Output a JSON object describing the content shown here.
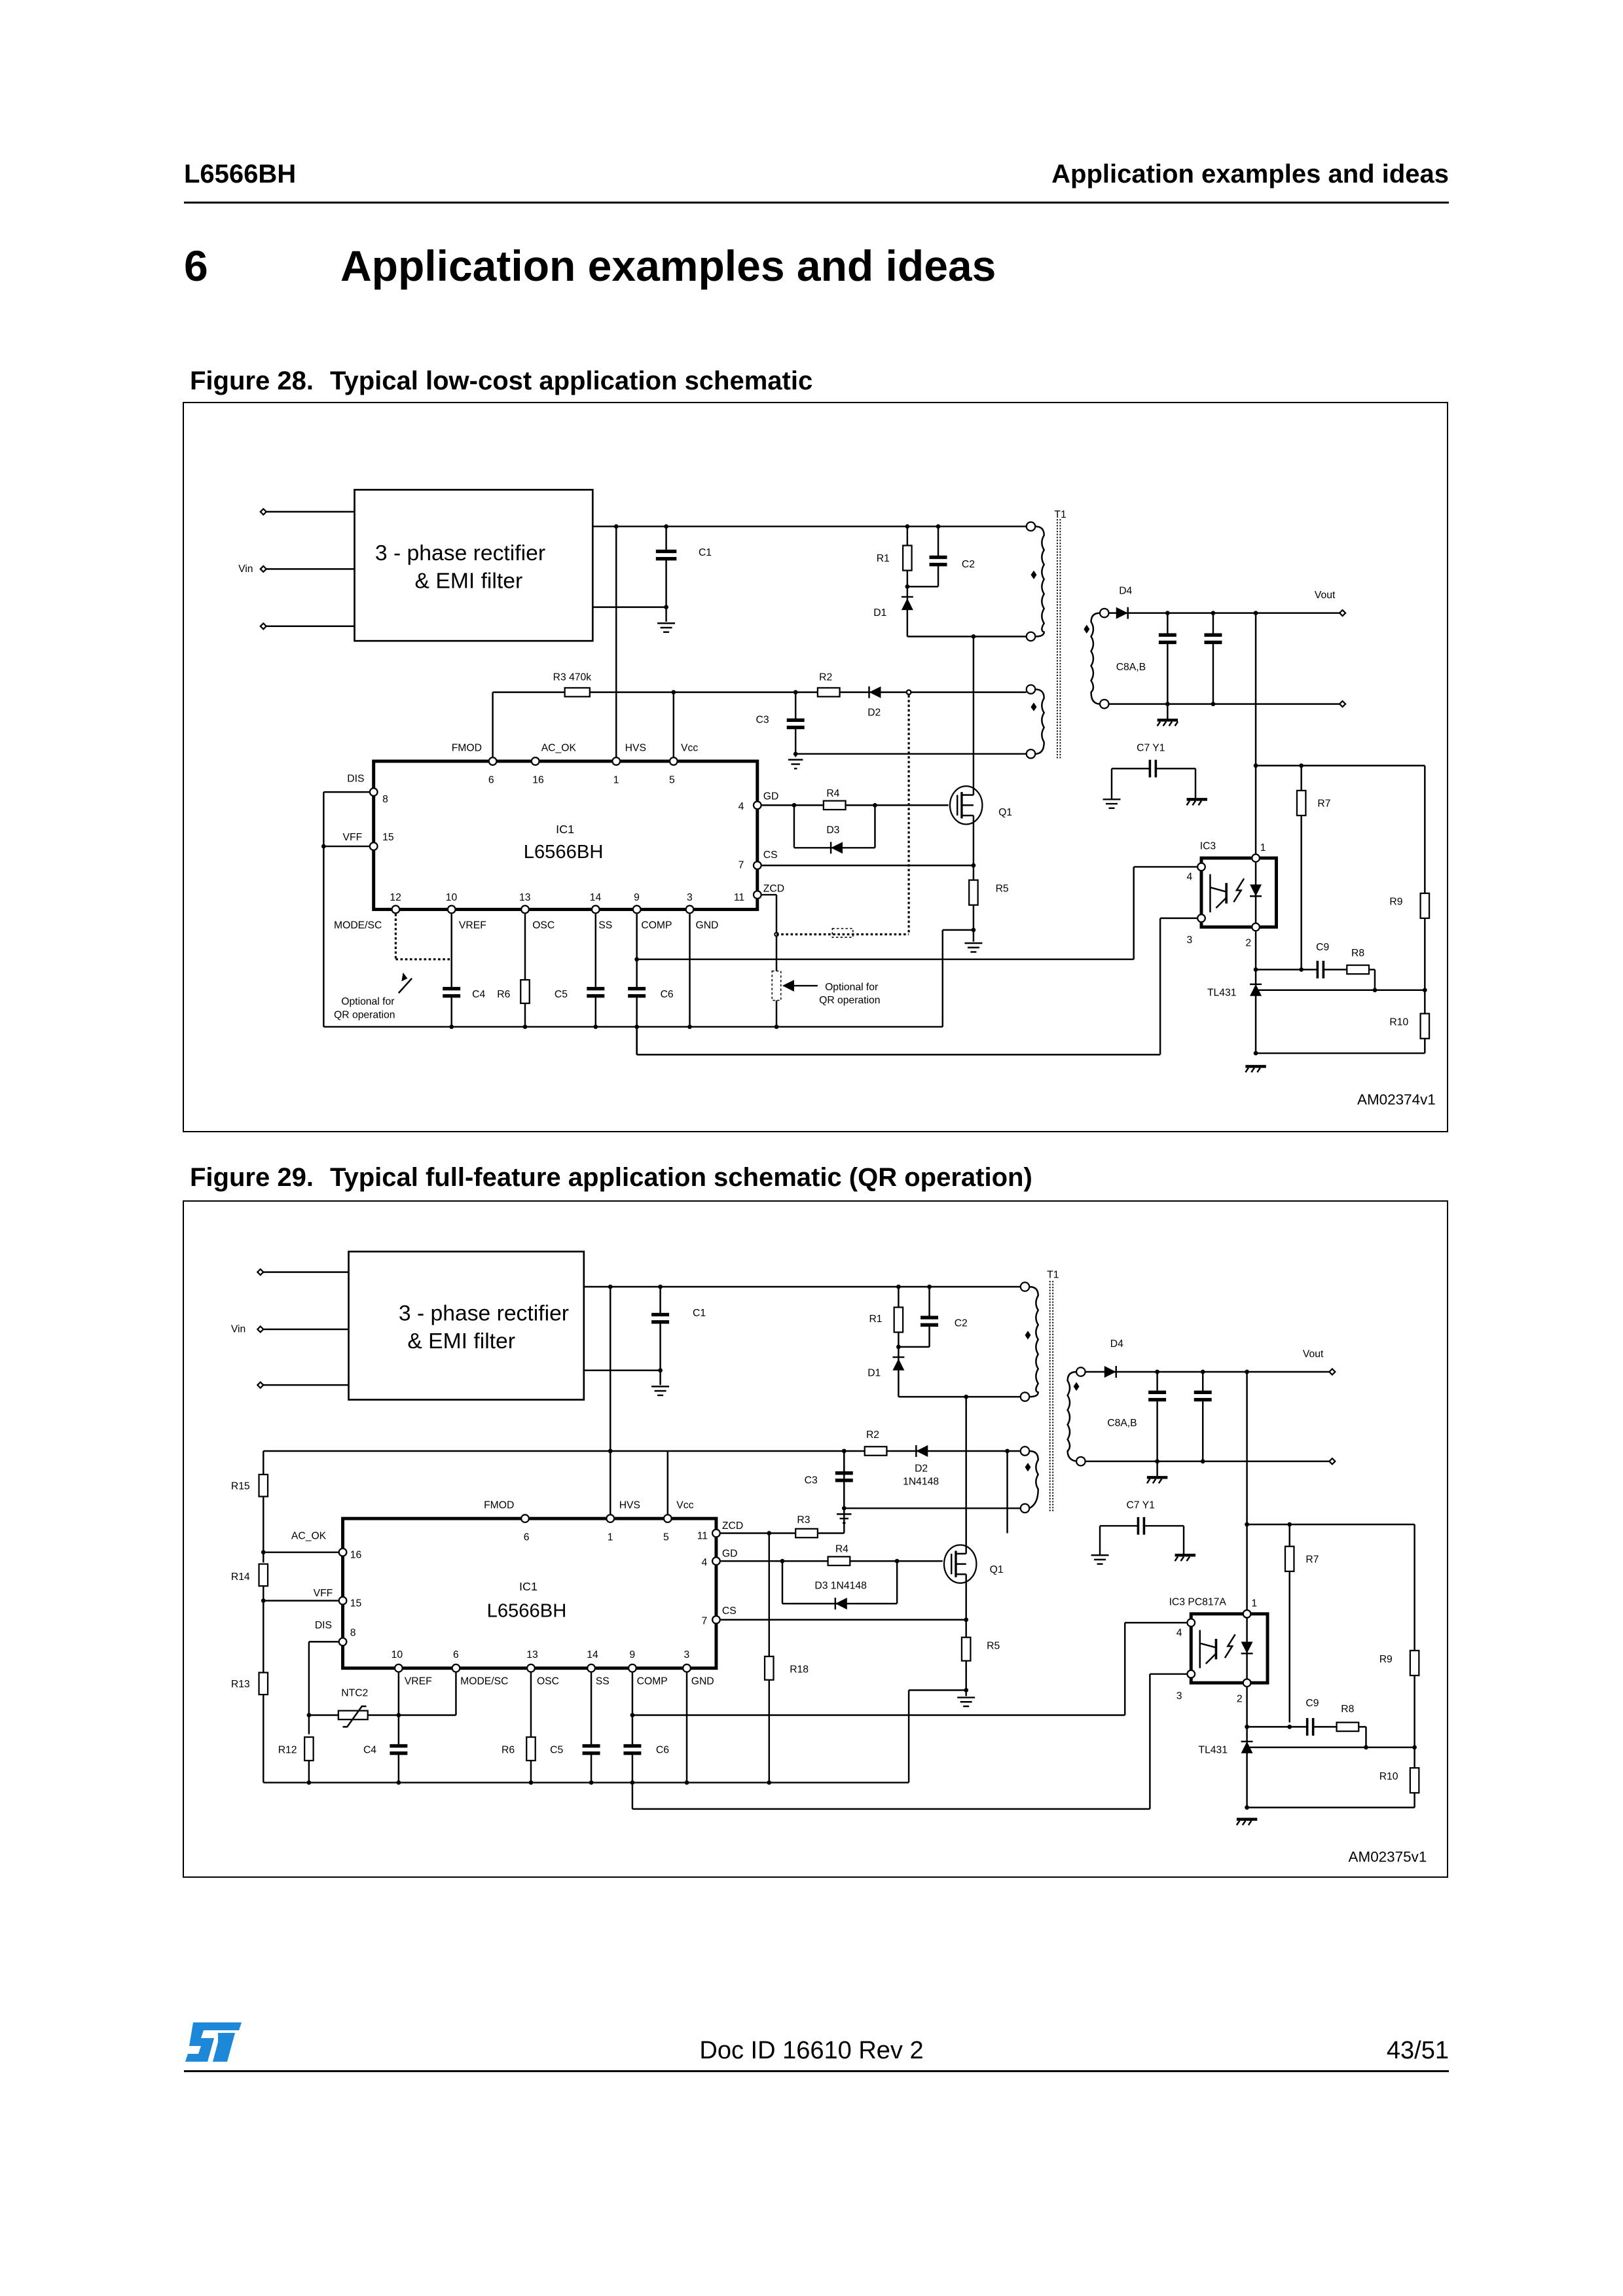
{
  "header": {
    "doc_name": "L6566BH",
    "section_name": "Application examples and ideas"
  },
  "section": {
    "number": "6",
    "title": "Application examples and ideas"
  },
  "figures": [
    {
      "number": "Figure 28.",
      "title": "Typical low-cost application schematic",
      "id": "AM02374v1",
      "rectifier_line1": "3 - phase rectifier",
      "rectifier_line2": "& EMI filter",
      "labels": {
        "vin": "Vin",
        "vout": "Vout",
        "t1": "T1",
        "c1": "C1",
        "c2": "C2",
        "c3": "C3",
        "c4": "C4",
        "c5": "C5",
        "c6": "C6",
        "c7": "C7  Y1",
        "c8": "C8A,B",
        "c9": "C9",
        "r1": "R1",
        "r2": "R2",
        "r3": "R3  470k",
        "r4": "R4",
        "r5": "R5",
        "r6": "R6",
        "r7": "R7",
        "r8": "R8",
        "r9": "R9",
        "r10": "R10",
        "d1": "D1",
        "d2": "D2",
        "d3": "D3",
        "d4": "D4",
        "q1": "Q1",
        "ic3": "IC3",
        "tl431": "TL431",
        "ic1": "IC1",
        "ic1_part": "L6566BH",
        "optional_line1": "Optional for",
        "optional_line2": "QR operation"
      },
      "pins": {
        "fmod": "FMOD",
        "fmod_n": "6",
        "acok": "AC_OK",
        "acok_n": "16",
        "hvs": "HVS",
        "hvs_n": "1",
        "vcc": "Vcc",
        "vcc_n": "5",
        "dis": "DIS",
        "dis_n": "8",
        "vff": "VFF",
        "vff_n": "15",
        "gd": "GD",
        "gd_n": "4",
        "cs": "CS",
        "cs_n": "7",
        "zcd": "ZCD",
        "zcd_n": "11",
        "mode": "MODE/SC",
        "mode_n": "12",
        "vref": "VREF",
        "vref_n": "10",
        "osc": "OSC",
        "osc_n": "13",
        "ss": "SS",
        "ss_n": "14",
        "comp": "COMP",
        "comp_n": "9",
        "gnd": "GND",
        "gnd_n": "3",
        "opto1": "1",
        "opto2": "2",
        "opto3": "3",
        "opto4": "4"
      }
    },
    {
      "number": "Figure 29.",
      "title": "Typical full-feature application schematic (QR operation)",
      "id": "AM02375v1",
      "rectifier_line1": "3 - phase rectifier",
      "rectifier_line2": "& EMI filter",
      "labels": {
        "vin": "Vin",
        "vout": "Vout",
        "t1": "T1",
        "c1": "C1",
        "c2": "C2",
        "c3": "C3",
        "c4": "C4",
        "c5": "C5",
        "c6": "C6",
        "c7": "C7  Y1",
        "c8": "C8A,B",
        "c9": "C9",
        "r1": "R1",
        "r2": "R2",
        "r3": "R3",
        "r4": "R4",
        "r5": "R5",
        "r6": "R6",
        "r7": "R7",
        "r8": "R8",
        "r9": "R9",
        "r10": "R10",
        "r12": "R12",
        "r13": "R13",
        "r14": "R14",
        "r15": "R15",
        "r18": "R18",
        "d1": "D1",
        "d2": "D2",
        "d2_part": "1N4148",
        "d3": "D3 1N4148",
        "d4": "D4",
        "q1": "Q1",
        "ic3": "IC3 PC817A",
        "tl431": "TL431",
        "ntc2": "NTC2",
        "ic1": "IC1",
        "ic1_part": "L6566BH"
      },
      "pins": {
        "fmod": "FMOD",
        "fmod_n": "6",
        "hvs": "HVS",
        "hvs_n": "1",
        "vcc": "Vcc",
        "vcc_n": "5",
        "acok": "AC_OK",
        "acok_n": "16",
        "vff": "VFF",
        "vff_n": "15",
        "dis": "DIS",
        "dis_n": "8",
        "zcd": "ZCD",
        "zcd_n": "11",
        "gd": "GD",
        "gd_n": "4",
        "cs": "CS",
        "cs_n": "7",
        "vref": "VREF",
        "vref_n": "10",
        "mode": "MODE/SC",
        "mode_n": "6",
        "osc": "OSC",
        "osc_n": "13",
        "ss": "SS",
        "ss_n": "14",
        "comp": "COMP",
        "comp_n": "9",
        "gnd": "GND",
        "gnd_n": "3",
        "opto1": "1",
        "opto2": "2",
        "opto3": "3",
        "opto4": "4"
      }
    }
  ],
  "footer": {
    "logo": "st-logo",
    "doc_id": "Doc ID 16610 Rev 2",
    "page": "43/51",
    "logo_colors": [
      "#1e88d8",
      "#00a0e8"
    ]
  }
}
